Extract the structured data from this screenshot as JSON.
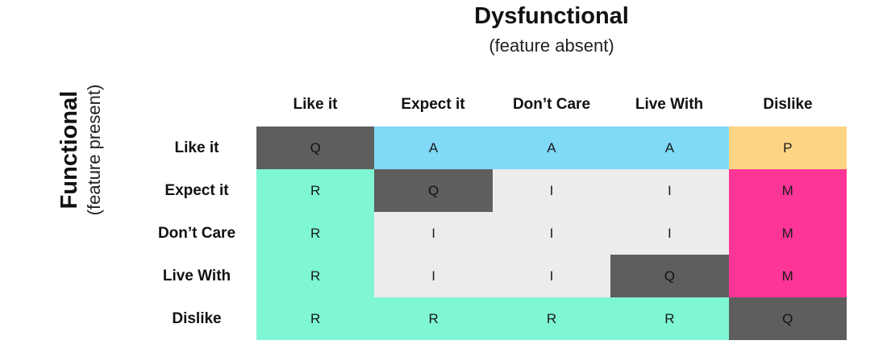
{
  "dysfunctional": {
    "title": "Dysfunctional",
    "subtitle": "(feature absent)"
  },
  "functional": {
    "title": "Functional",
    "subtitle": "(feature present)"
  },
  "columns": [
    "Like it",
    "Expect it",
    "Don’t Care",
    "Live With",
    "Dislike"
  ],
  "rows": [
    "Like it",
    "Expect it",
    "Don’t Care",
    "Live With",
    "Dislike"
  ],
  "cells": [
    [
      "Q",
      "A",
      "A",
      "A",
      "P"
    ],
    [
      "R",
      "Q",
      "I",
      "I",
      "M"
    ],
    [
      "R",
      "I",
      "I",
      "I",
      "M"
    ],
    [
      "R",
      "I",
      "I",
      "Q",
      "M"
    ],
    [
      "R",
      "R",
      "R",
      "R",
      "Q"
    ]
  ],
  "colors": {
    "A": "#7fd9f7",
    "P": "#fdd483",
    "M": "#fd3597",
    "R": "#7ff6d4",
    "I": "#ececec",
    "Q": "#5e5e5e"
  }
}
